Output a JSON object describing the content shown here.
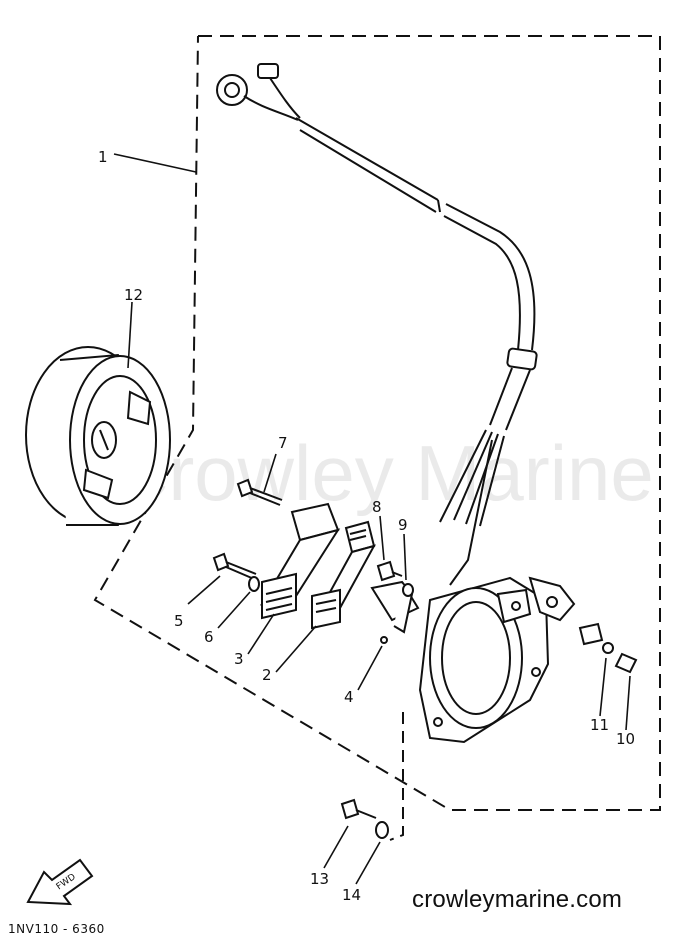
{
  "watermark": "Crowley Marine",
  "footer": {
    "site": "crowleymarine.com",
    "drawing_code": "1NV110 - 6360"
  },
  "fwd_arrow_label": "FWD",
  "callouts": [
    "1",
    "2",
    "3",
    "4",
    "5",
    "6",
    "7",
    "8",
    "9",
    "10",
    "11",
    "12",
    "13",
    "14"
  ],
  "parts": [
    {
      "ref": "1",
      "icon": "wire-harness-icon"
    },
    {
      "ref": "2",
      "icon": "coil-icon"
    },
    {
      "ref": "3",
      "icon": "coil-icon"
    },
    {
      "ref": "4",
      "icon": "pulser-coil-icon"
    },
    {
      "ref": "5",
      "icon": "bolt-icon"
    },
    {
      "ref": "6",
      "icon": "washer-icon"
    },
    {
      "ref": "7",
      "icon": "bolt-icon"
    },
    {
      "ref": "8",
      "icon": "screw-icon"
    },
    {
      "ref": "9",
      "icon": "washer-icon"
    },
    {
      "ref": "10",
      "icon": "screw-icon"
    },
    {
      "ref": "11",
      "icon": "washer-icon"
    },
    {
      "ref": "12",
      "icon": "flywheel-icon"
    },
    {
      "ref": "13",
      "icon": "bolt-icon"
    },
    {
      "ref": "14",
      "icon": "washer-icon"
    }
  ]
}
